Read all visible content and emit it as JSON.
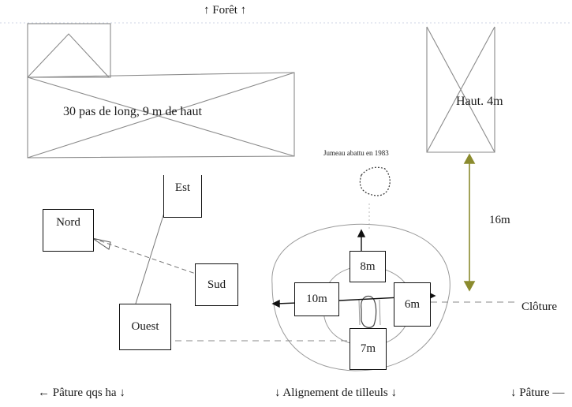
{
  "labels": {
    "foret": "↑ Forêt ↑",
    "barn": "30 pas de long, 9 m de haut",
    "tower": "Haut. 4m",
    "jumeau": "Jumeau abattu en 1983",
    "distance": "16m",
    "cloture": "Clôture",
    "nord": "Nord",
    "est": "Est",
    "sud": "Sud",
    "ouest": "Ouest",
    "m8": "8m",
    "m10": "10m",
    "m6": "6m",
    "m7": "7m",
    "bottom_left": "← Pâture qqs ha ↓",
    "bottom_center": "↓ Alignement de tilleuls ↓",
    "bottom_right": "↓ Pâture —"
  },
  "colors": {
    "ink": "#111111",
    "pencil": "#8a8a8a",
    "olive_arrow": "#8b8b2e"
  }
}
